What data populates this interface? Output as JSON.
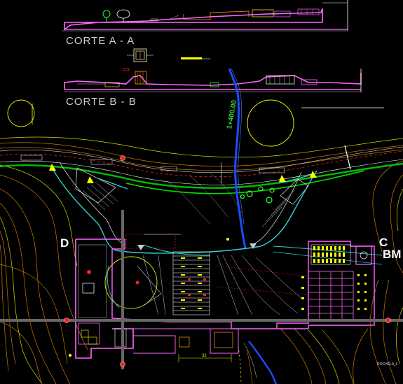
{
  "sections": {
    "a": {
      "title": "CORTE A - A"
    },
    "b": {
      "title": "CORTE B - B"
    }
  },
  "markers": {
    "left": "D",
    "right_c": "C",
    "right_bm": "BM"
  },
  "annotations": {
    "road_label": "1+400.00",
    "dimension": "32",
    "small_label": "ROCHELA_L"
  },
  "colors": {
    "background": "#000000",
    "building": "#ff66ff",
    "road": "#00c000",
    "contour_orange": "#c87a00",
    "contour_yellow": "#d8d800",
    "river": "#1a4dff",
    "structure_cyan": "#30d0d0",
    "hatch_white": "#ffffff",
    "marker_red": "#ff2020"
  }
}
